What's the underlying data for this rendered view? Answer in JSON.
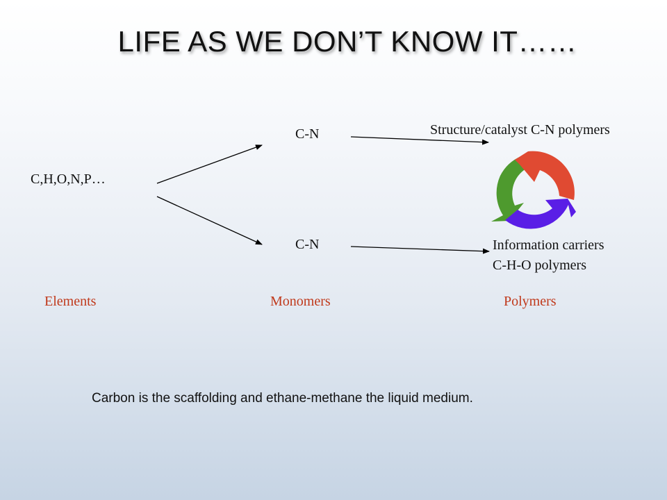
{
  "slide": {
    "title": "LIFE AS WE DON’T KNOW IT……",
    "elements_text": "C,H,O,N,P…",
    "monomer_top": "C-N",
    "monomer_bottom": "C-N",
    "polymer_top": "Structure/catalyst C-N polymers",
    "polymer_bottom_line1": "Information carriers",
    "polymer_bottom_line2": "C-H-O polymers",
    "labels": {
      "elements": "Elements",
      "monomers": "Monomers",
      "polymers": "Polymers"
    },
    "caption": "Carbon is the scaffolding and ethane-methane the liquid medium.",
    "colors": {
      "label_red": "#c0391b",
      "cycle_red": "#e04a32",
      "cycle_green": "#4e9a2e",
      "cycle_purple": "#5a1ee6"
    }
  }
}
